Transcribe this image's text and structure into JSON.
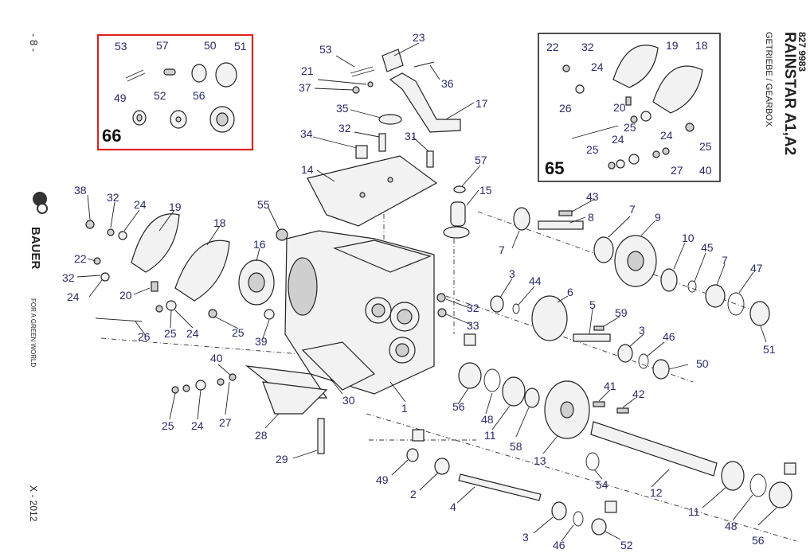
{
  "page": {
    "page_number": "- 8 -",
    "title_model": "RAINSTAR A1,A2",
    "title_sub": "GETRIEBE / GEARBOX",
    "doc_number": "827 9983",
    "brand": "BAUER",
    "brand_tagline": "FOR A GREEN WORLD",
    "edition": "X - 2012"
  },
  "insets": {
    "inset_66": "66",
    "inset_65": "65",
    "inset_66_color": "#e02020",
    "inset_65_color": "#222222"
  },
  "labels": {
    "i66_53": "53",
    "i66_57": "57",
    "i66_50": "50",
    "i66_51": "51",
    "i66_49": "49",
    "i66_52": "52",
    "i66_56": "56",
    "i65_22": "22",
    "i65_32": "32",
    "i65_19": "19",
    "i65_18": "18",
    "i65_24a": "24",
    "i65_26": "26",
    "i65_20": "20",
    "i65_24b": "24",
    "i65_24c": "24",
    "i65_25a": "25",
    "i65_25b": "25",
    "i65_25c": "25",
    "i65_27": "27",
    "i65_40": "40",
    "m_53": "53",
    "m_23": "23",
    "m_21": "21",
    "m_36": "36",
    "m_37": "37",
    "m_35": "35",
    "m_17": "17",
    "m_34": "34",
    "m_32a": "32",
    "m_31": "31",
    "m_14": "14",
    "m_57": "57",
    "m_15": "15",
    "m_43": "43",
    "m_8": "8",
    "m_7a": "7",
    "m_7b": "7",
    "m_9": "9",
    "m_10": "10",
    "m_45": "45",
    "m_7c": "7",
    "m_47": "47",
    "m_51": "51",
    "m_38": "38",
    "m_32b": "32",
    "m_24a": "24",
    "m_19": "19",
    "m_18": "18",
    "m_55": "55",
    "m_16": "16",
    "m_22": "22",
    "m_32c": "32",
    "m_24b": "24",
    "m_20": "20",
    "m_25a": "25",
    "m_24c": "24",
    "m_25b": "25",
    "m_26": "26",
    "m_39": "39",
    "m_3a": "3",
    "m_44": "44",
    "m_6": "6",
    "m_5": "5",
    "m_59": "59",
    "m_32d": "32",
    "m_33": "33",
    "m_3b": "3",
    "m_46a": "46",
    "m_50": "50",
    "m_40": "40",
    "m_25c": "25",
    "m_24d": "24",
    "m_27": "27",
    "m_30": "30",
    "m_1": "1",
    "m_28": "28",
    "m_29": "29",
    "m_56a": "56",
    "m_48a": "48",
    "m_11a": "11",
    "m_58": "58",
    "m_13": "13",
    "m_41": "41",
    "m_42": "42",
    "m_54": "54",
    "m_12": "12",
    "m_49": "49",
    "m_2": "2",
    "m_4": "4",
    "m_3c": "3",
    "m_46b": "46",
    "m_52": "52",
    "m_11b": "11",
    "m_48b": "48",
    "m_56b": "56"
  }
}
